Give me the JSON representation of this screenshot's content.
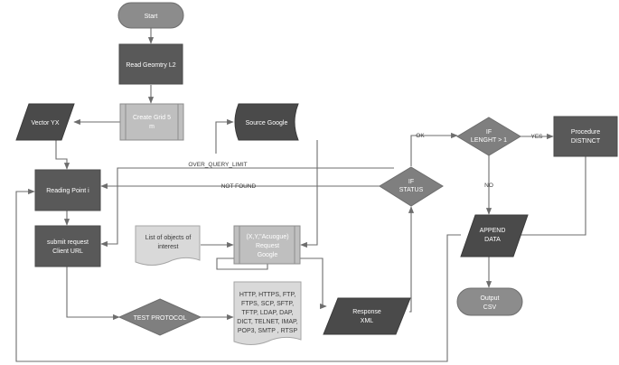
{
  "nodes": {
    "start": "Start",
    "read_geometry": "Read Geomtry L2",
    "create_grid_line1": "Create Grid 5",
    "create_grid_line2": "m",
    "vector_yx": "Vector YX",
    "source_google": "Source Google",
    "reading_point": "Reading Point i",
    "if_status_line1": "IF",
    "if_status_line2": "STATUS",
    "submit_request_line1": "submit request",
    "submit_request_line2": "Client URL",
    "list_objects_line1": "List of objects of",
    "list_objects_line2": "interest",
    "xy_request_line1": "(X,Y,\"Acuogue)",
    "xy_request_line2": "Request",
    "xy_request_line3": "Google",
    "test_protocol": "TEST PROTOCOL",
    "protocols_lines": [
      "HTTP, HTTPS, FTP,",
      "FTPS, SCP, SFTP,",
      "TFTP, LDAP, DAP,",
      "DICT, TELNET, IMAP,",
      "POP3, SMTP , RTSP"
    ],
    "response_xml_line1": "Response",
    "response_xml_line2": "XML",
    "if_length_line1": "IF",
    "if_length_line2": "LENGHT > 1",
    "procedure_line1": "Procedure",
    "procedure_line2": "DISTINCT",
    "append_data_line1": "APPEND",
    "append_data_line2": "DATA",
    "output_line1": "Output",
    "output_line2": "CSV"
  },
  "edge_labels": {
    "over_query_limit": "OVER_QUERY_LIMIT",
    "not_found": "NOT FOUND",
    "ok": "OK",
    "yes": "YES",
    "no": "NO"
  },
  "colors": {
    "dark_fill": "#595959",
    "darker_fill": "#4a4a4a",
    "light_fill": "#bfbfbf",
    "stroke": "#6d6d6d"
  }
}
